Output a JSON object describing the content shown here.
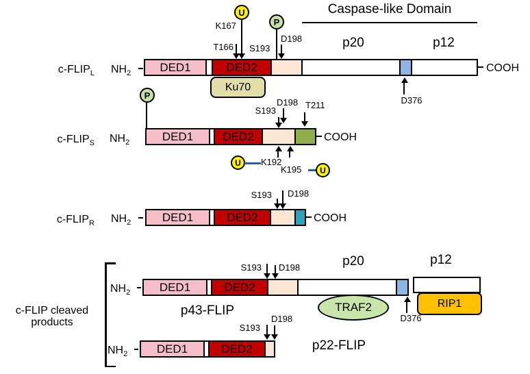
{
  "colors": {
    "ded1": "#F6BEC8",
    "ded2": "#C00000",
    "linker": "#FBE5D3",
    "blue": "#8EB4E2",
    "teal": "#2FA3BD",
    "olive": "#8FAD4B",
    "ku70": "#E1DEA9",
    "ubi": "#FFF200",
    "phos": "#C6E1A5",
    "traf2": "#C9E6AA",
    "rip1": "#FFC000",
    "wire": "#2B5CA8"
  },
  "header": {
    "caspase_domain": "Caspase-like Domain"
  },
  "domains": {
    "ded1": "DED1",
    "ded2": "DED2"
  },
  "subunits": {
    "p20": "p20",
    "p12": "p12"
  },
  "termini": {
    "n": "NH",
    "n_sub": "2",
    "c": "COOH"
  },
  "badges": {
    "ubiquitin": "U",
    "phospho": "P"
  },
  "sites": {
    "k167": "K167",
    "t166": "T166",
    "s193": "S193",
    "d198": "D198",
    "d376": "D376",
    "t211": "T211",
    "k192": "K192",
    "k195": "K195"
  },
  "partners": {
    "ku70": "Ku70",
    "traf2": "TRAF2",
    "rip1": "RIP1"
  },
  "isoforms": {
    "flip_l": {
      "name": "c-FLIP",
      "sub": "L"
    },
    "flip_s": {
      "name": "c-FLIP",
      "sub": "S"
    },
    "flip_r": {
      "name": "c-FLIP",
      "sub": "R"
    }
  },
  "cleaved": {
    "label_line1": "c-FLIP cleaved",
    "label_line2": "products",
    "p43": "p43-FLIP",
    "p22": "p22-FLIP"
  }
}
